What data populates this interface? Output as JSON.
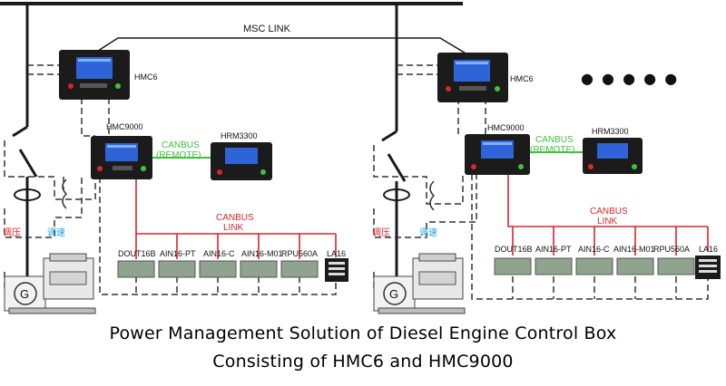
{
  "diagram": {
    "link_top": "MSC LINK",
    "ellipsis": "● ● ● ● ●",
    "left": {
      "hmc6": "HMC6",
      "hmc9000": "HMC9000",
      "hrm3300": "HRM3300",
      "canbus_remote_1": "CANBUS",
      "canbus_remote_2": "(REMOTE)",
      "canbus_link_1": "CANBUS",
      "canbus_link_2": "LINK",
      "avr": "调压",
      "speed": "调速",
      "modules": [
        "DOUT16B",
        "AIN16-PT",
        "AIN16-C",
        "AIN16-M01",
        "RPU560A",
        "LA16"
      ]
    },
    "right": {
      "hmc6": "HMC6",
      "hmc9000": "HMC9000",
      "hrm3300": "HRM3300",
      "canbus_remote_1": "CANBUS",
      "canbus_remote_2": "(REMOTE)",
      "canbus_link_1": "CANBUS",
      "canbus_link_2": "LINK",
      "avr": "调压",
      "speed": "调速",
      "modules": [
        "DOUT16B",
        "AIN16-PT",
        "AIN16-C",
        "AIN16-M01",
        "RPU560A",
        "LA16"
      ]
    },
    "generator_symbol": "G"
  },
  "caption": {
    "line1": "Power Management Solution of Diesel Engine Control Box",
    "line2": "Consisting of HMC6 and HMC9000"
  },
  "colors": {
    "busbar": "#1a1a1a",
    "canbus_link": "#d8262c",
    "canbus_remote": "#3fc13f",
    "speed_label": "#1aa3e0",
    "controller_body": "#1b1b1b",
    "controller_screen": "#2f63d8"
  }
}
